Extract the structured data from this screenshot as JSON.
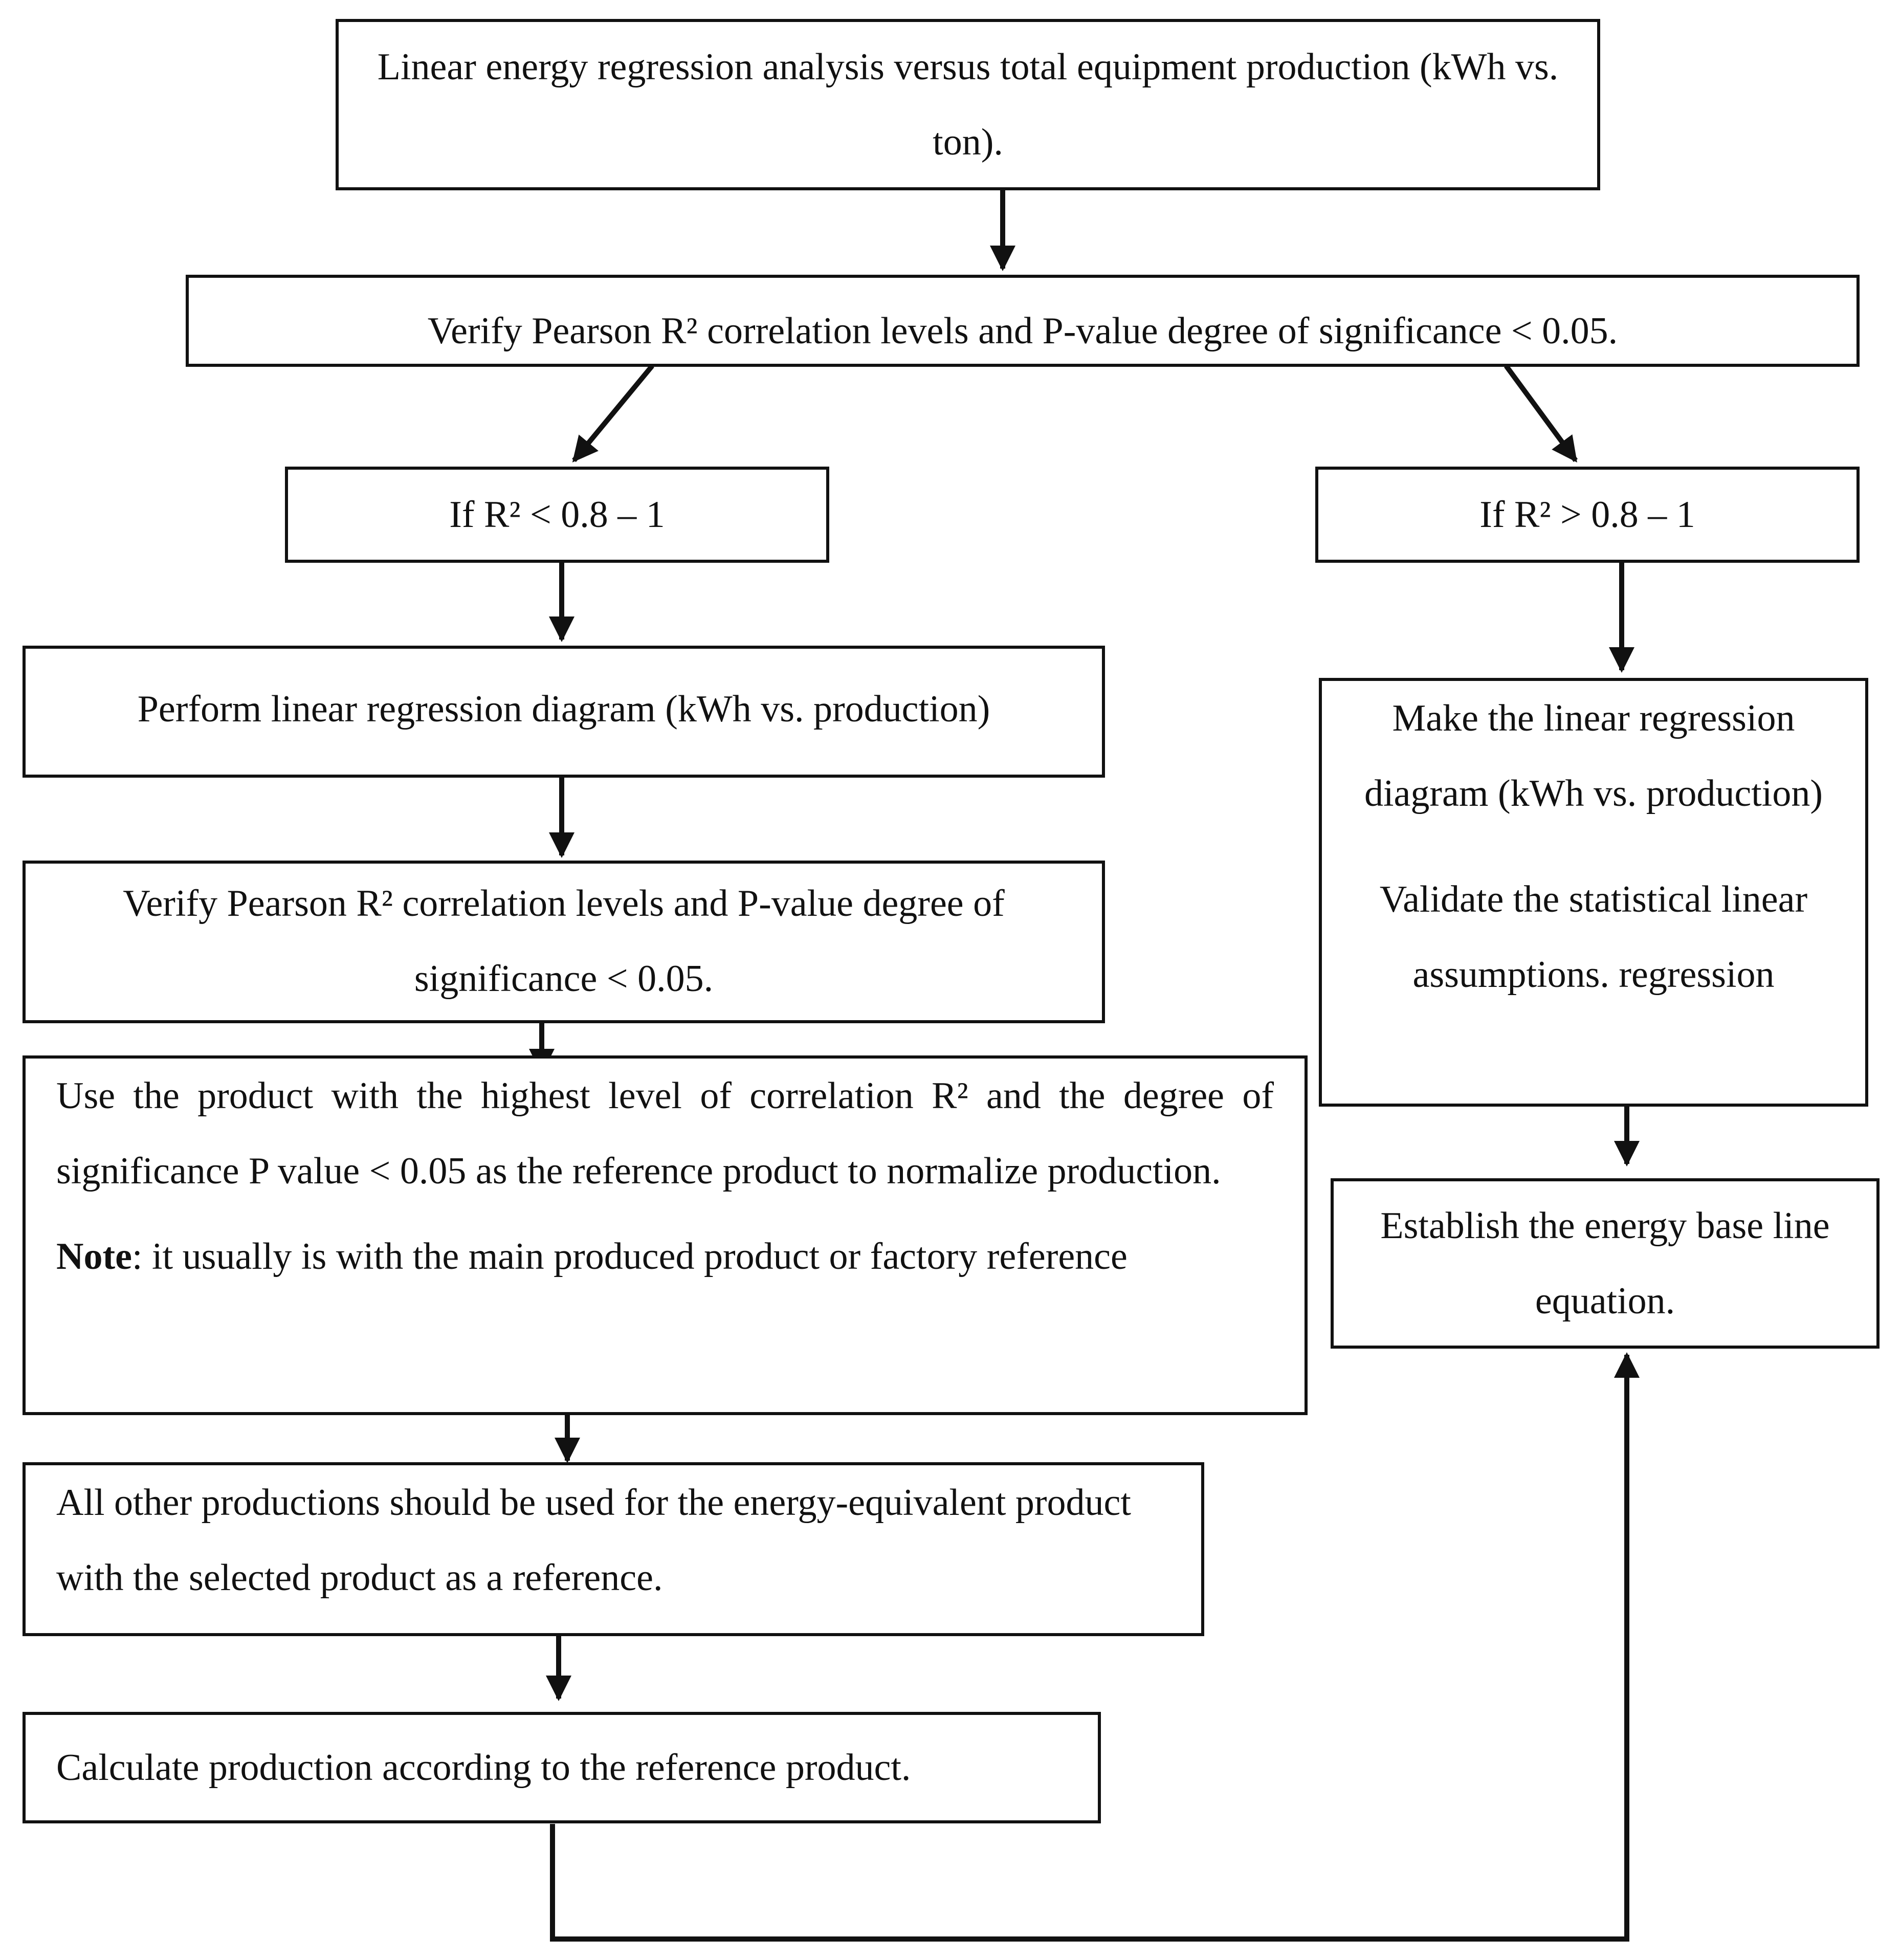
{
  "nodes": {
    "start": "Linear energy regression analysis versus total equipment production (kWh vs. ton).",
    "verify_top": "Verify Pearson R² correlation levels and P-value degree of significance < 0.05.",
    "if_low": "If R² < 0.8 – 1",
    "if_high": "If R² > 0.8 – 1",
    "perform_regression": "Perform linear regression diagram (kWh vs. production)",
    "verify_left": "Verify Pearson R² correlation levels and P-value degree of significance < 0.05.",
    "use_product": "Use the product with the highest level of correlation R² and the degree of significance P value < 0.05 as the reference product to normalize production.",
    "note_label": "Note",
    "note_text": ": it usually is with the main produced product or factory reference",
    "other_productions": "All other productions should be used for the energy-equivalent product with the selected product as a reference.",
    "calculate": "Calculate production according to the reference product.",
    "make_regression": "Make the linear regression diagram (kWh vs. production)",
    "validate": "Validate the statistical linear assumptions. regression",
    "baseline": "Establish the energy base line equation."
  }
}
